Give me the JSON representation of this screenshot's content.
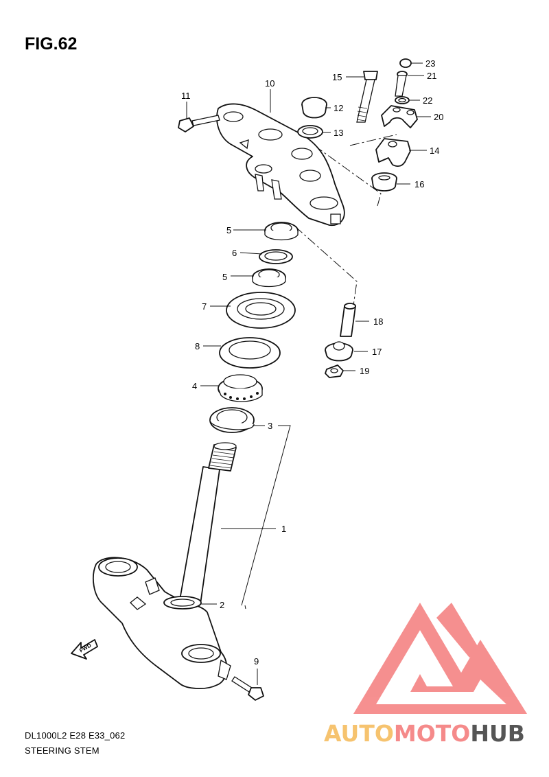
{
  "figure": {
    "title": "FIG.62",
    "model_code": "DL1000L2 E28 E33_062",
    "section_name": "STEERING STEM"
  },
  "callouts": [
    {
      "id": "1",
      "label": "1"
    },
    {
      "id": "2",
      "label": "2"
    },
    {
      "id": "3",
      "label": "3"
    },
    {
      "id": "4",
      "label": "4"
    },
    {
      "id": "5a",
      "label": "5"
    },
    {
      "id": "5b",
      "label": "5"
    },
    {
      "id": "6",
      "label": "6"
    },
    {
      "id": "7",
      "label": "7"
    },
    {
      "id": "8",
      "label": "8"
    },
    {
      "id": "9",
      "label": "9"
    },
    {
      "id": "10",
      "label": "10"
    },
    {
      "id": "11",
      "label": "11"
    },
    {
      "id": "12",
      "label": "12"
    },
    {
      "id": "13",
      "label": "13"
    },
    {
      "id": "14",
      "label": "14"
    },
    {
      "id": "15",
      "label": "15"
    },
    {
      "id": "16",
      "label": "16"
    },
    {
      "id": "17",
      "label": "17"
    },
    {
      "id": "18",
      "label": "18"
    },
    {
      "id": "19",
      "label": "19"
    },
    {
      "id": "20",
      "label": "20"
    },
    {
      "id": "21",
      "label": "21"
    },
    {
      "id": "22",
      "label": "22"
    },
    {
      "id": "23",
      "label": "23"
    }
  ],
  "direction_marker": {
    "label": "FWD"
  },
  "watermark": {
    "part1": "AUTO",
    "part2": "MOTO",
    "part3": "HUB",
    "colors": {
      "auto": "#f6c36f",
      "moto": "#f58a8a",
      "hub": "#555555",
      "triangle": "#f58a8a"
    }
  }
}
